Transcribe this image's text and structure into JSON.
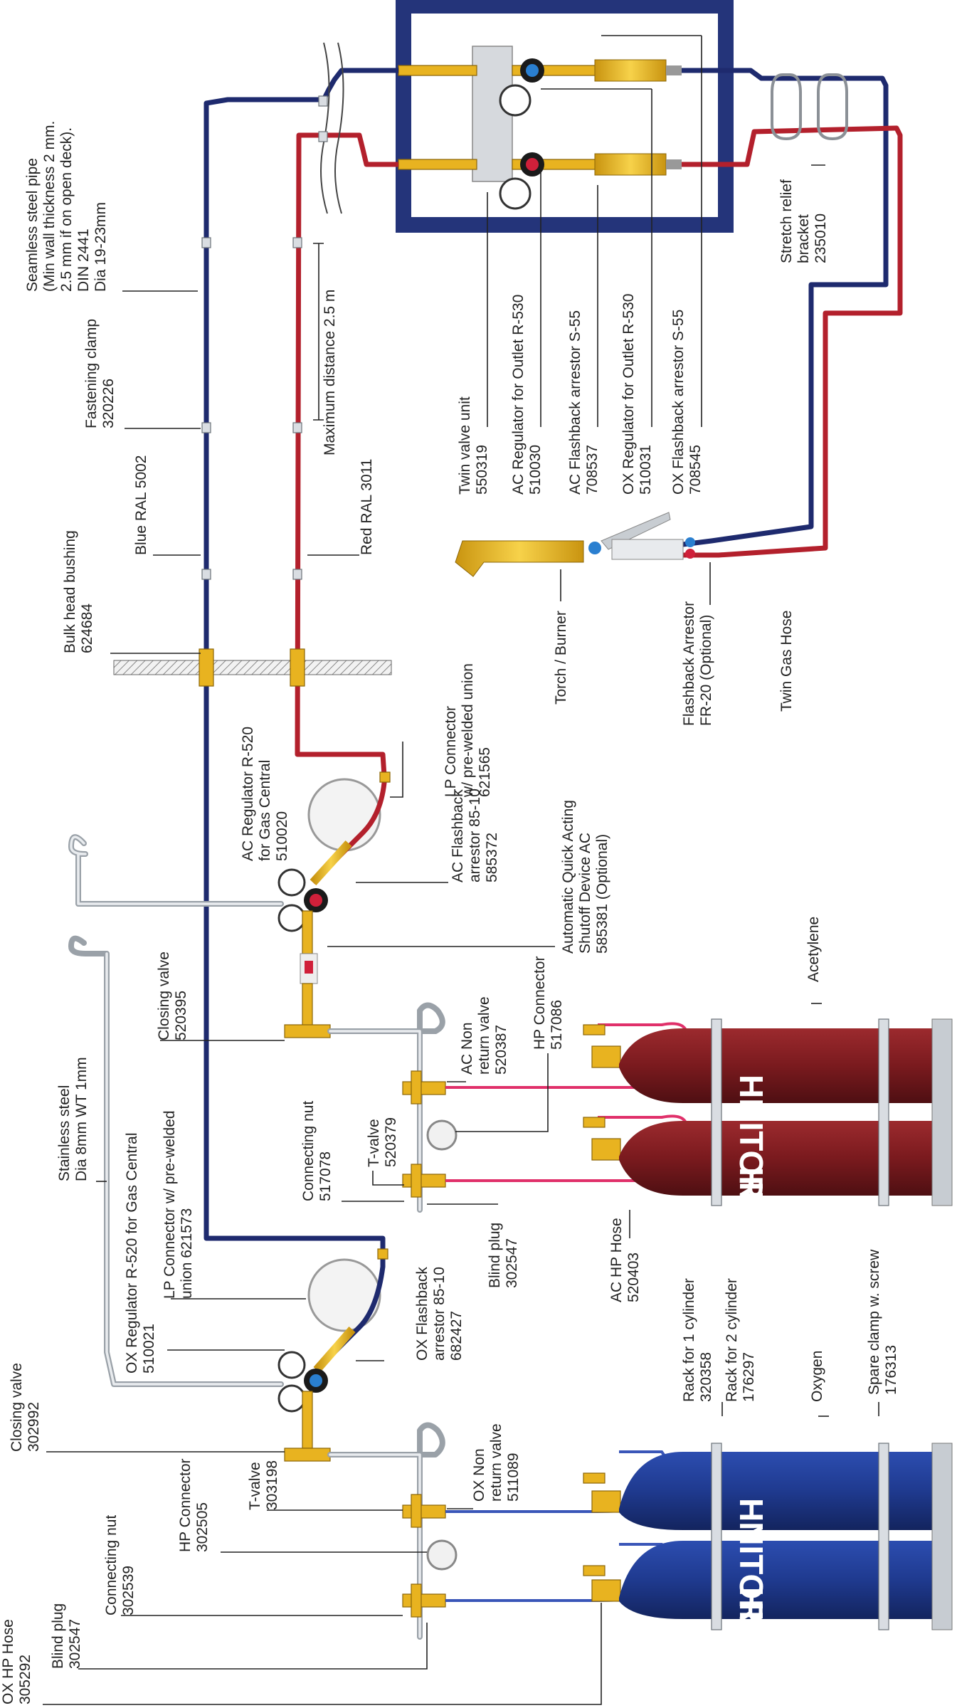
{
  "diagram": {
    "brand_text": "HNITOR",
    "colors": {
      "oxygen_blue": "#1e2a6e",
      "acetylene_red": "#b3202c",
      "cylinder_blue": "#1f3a8f",
      "cylinder_red": "#7a1a1e",
      "brass": "#e8b320",
      "frame_navy": "#24347a"
    },
    "labels": {
      "seamless_pipe": [
        "Seamless steel pipe",
        "(Min wall thickness 2 mm.",
        "2.5 mm if on open deck).",
        "DIN 2441",
        "Dia 19-23mm"
      ],
      "fastening_clamp": [
        "Fastening clamp",
        "320226"
      ],
      "blue_ral": [
        "Blue RAL 5002"
      ],
      "bulkhead": [
        "Bulk head bushing",
        "624684"
      ],
      "max_distance": [
        "Maximum distance 2.5 m"
      ],
      "red_ral": [
        "Red RAL 3011"
      ],
      "twin_valve": [
        "Twin valve unit",
        "550319"
      ],
      "ac_reg_outlet": [
        "AC Regulator for Outlet R-530",
        "510030"
      ],
      "ac_flashback_s55": [
        "AC Flashback arrestor S-55",
        "708537"
      ],
      "ox_reg_outlet": [
        "OX Regulator for Outlet R-530",
        "510031"
      ],
      "ox_flashback_s55": [
        "OX  Flashback arrestor S-55",
        "708545"
      ],
      "stretch_relief": [
        "Stretch relief",
        "bracket",
        "235010"
      ],
      "torch": [
        "Torch / Burner"
      ],
      "flashback_fr20": [
        "Flashback Arrestor",
        "FR-20 (Optional)"
      ],
      "twin_gas_hose": [
        "Twin Gas Hose"
      ],
      "lp_connector_ac": [
        "LP Connector",
        "w/ pre-welded union",
        "621565"
      ],
      "ac_regulator_central": [
        "AC Regulator R-520",
        "for Gas Central",
        "510020"
      ],
      "ac_flashback_85": [
        "AC Flashback",
        "arrestor 85-10",
        "585372"
      ],
      "auto_shutoff": [
        "Automatic Quick Acting",
        "Shutoff Device AC",
        "585381 (Optional)"
      ],
      "acetylene": [
        "Acetylene"
      ],
      "closing_valve_ac": [
        "Closing valve",
        "520395"
      ],
      "ac_non_return": [
        "AC Non",
        "return valve",
        "520387"
      ],
      "hp_connector_ac": [
        "HP Connector",
        "517086"
      ],
      "stainless_steel": [
        "Stainless steel",
        "Dia 8mm WT 1mm"
      ],
      "connecting_nut_ac": [
        "Connecting nut",
        "517078"
      ],
      "t_valve_ac": [
        "T-valve",
        "520379"
      ],
      "blind_plug_ac": [
        "Blind plug",
        "302547"
      ],
      "ac_hp_hose": [
        "AC HP Hose",
        "520403"
      ],
      "ox_regulator_central": [
        "OX Regulator R-520 for Gas Central",
        "510021"
      ],
      "lp_connector_ox": [
        "LP Connector w/ pre-welded",
        "union 621573"
      ],
      "ox_flashback_85": [
        "OX Flashback",
        "arrestor 85-10",
        "682427"
      ],
      "rack_1": [
        "Rack for 1 cylinder",
        "320358"
      ],
      "rack_2": [
        "Rack for 2 cylinder",
        "176297"
      ],
      "oxygen": [
        "Oxygen"
      ],
      "spare_clamp": [
        "Spare clamp w. screw",
        "176313"
      ],
      "closing_valve_ox": [
        "Closing valve",
        "302992"
      ],
      "t_valve_ox": [
        "T-valve",
        "303198"
      ],
      "hp_connector_ox": [
        "HP Connector",
        "302505"
      ],
      "ox_non_return": [
        "OX Non",
        "return valve",
        "511089"
      ],
      "connecting_nut_ox": [
        "Connecting nut",
        "302539"
      ],
      "blind_plug_ox": [
        "Blind plug",
        "302547"
      ],
      "ox_hp_hose": [
        "OX HP Hose",
        "305292"
      ]
    }
  }
}
